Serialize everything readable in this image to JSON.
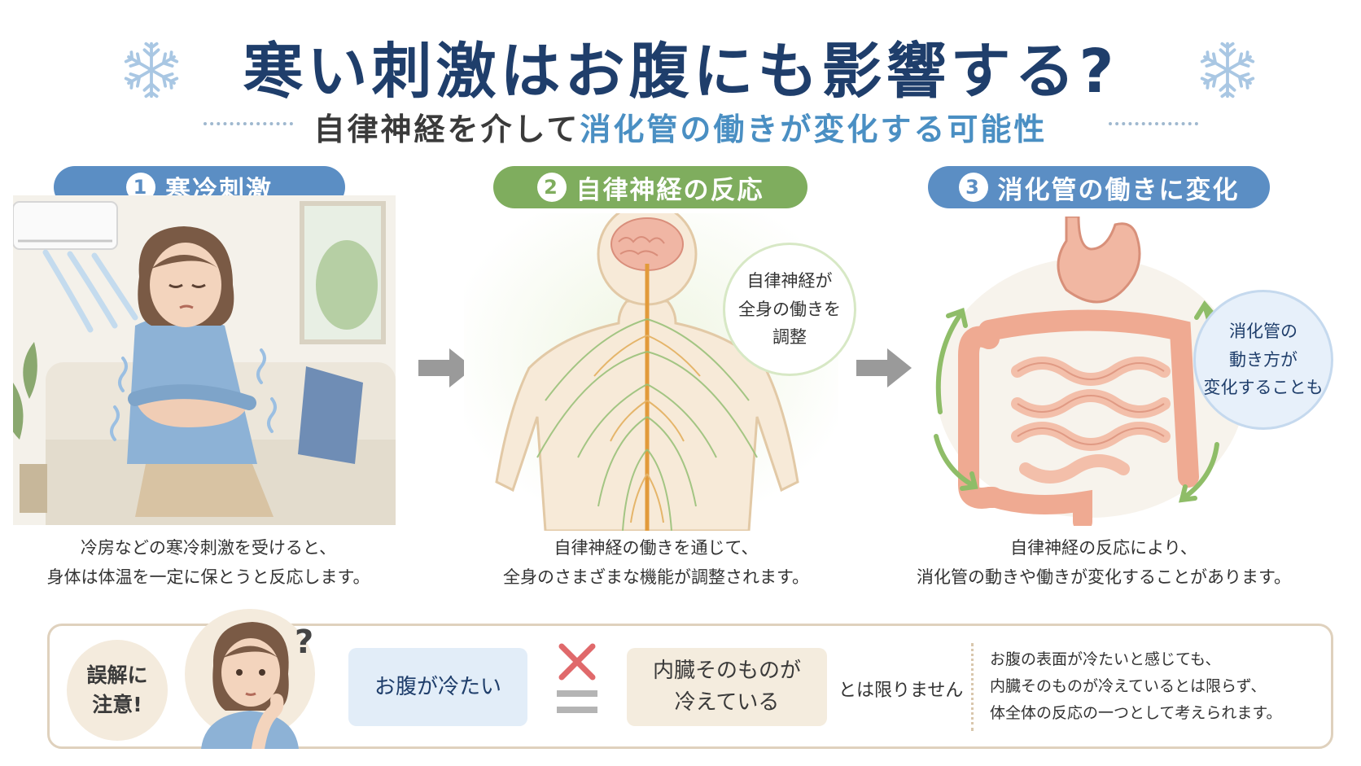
{
  "header": {
    "title": "寒い刺激はお腹にも影響する?",
    "subtitle_part1": "自律神経を介して",
    "subtitle_part2": "消化管の働きが変化する可能性"
  },
  "steps": [
    {
      "num": "1",
      "label": "寒冷刺激",
      "desc_line1": "冷房などの寒冷刺激を受けると、",
      "desc_line2": "身体は体温を一定に保とうと反応します。"
    },
    {
      "num": "2",
      "label": "自律神経の反応",
      "desc_line1": "自律神経の働きを通じて、",
      "desc_line2": "全身のさまざまな機能が調整されます。"
    },
    {
      "num": "3",
      "label": "消化管の働きに変化",
      "desc_line1": "自律神経の反応により、",
      "desc_line2": "消化管の動きや働きが変化することがあります。"
    }
  ],
  "bubbles": {
    "nerve": [
      "自律神経が",
      "全身の働きを",
      "調整"
    ],
    "gut": [
      "消化管の",
      "動き方が",
      "変化することも"
    ]
  },
  "note": {
    "badge_line1": "誤解に",
    "badge_line2": "注意!",
    "question_mark": "?",
    "tag_a": "お腹が冷たい",
    "tag_b_line1": "内臓そのものが",
    "tag_b_line2": "冷えている",
    "not_text": "とは限りません",
    "text_line1": "お腹の表面が冷たいと感じても、",
    "text_line2": "内臓そのものが冷えているとは限らず、",
    "text_line3": "体全体の反応の一つとして考えられます。"
  },
  "colors": {
    "title": "#1f3e6b",
    "accent_blue": "#5b8ec4",
    "accent_green": "#7fad5e",
    "highlight": "#4a8fc3",
    "warning_x": "#e0696b"
  },
  "icons": [
    "snowflake-icon",
    "arrow-right-icon",
    "not-equal-icon"
  ]
}
